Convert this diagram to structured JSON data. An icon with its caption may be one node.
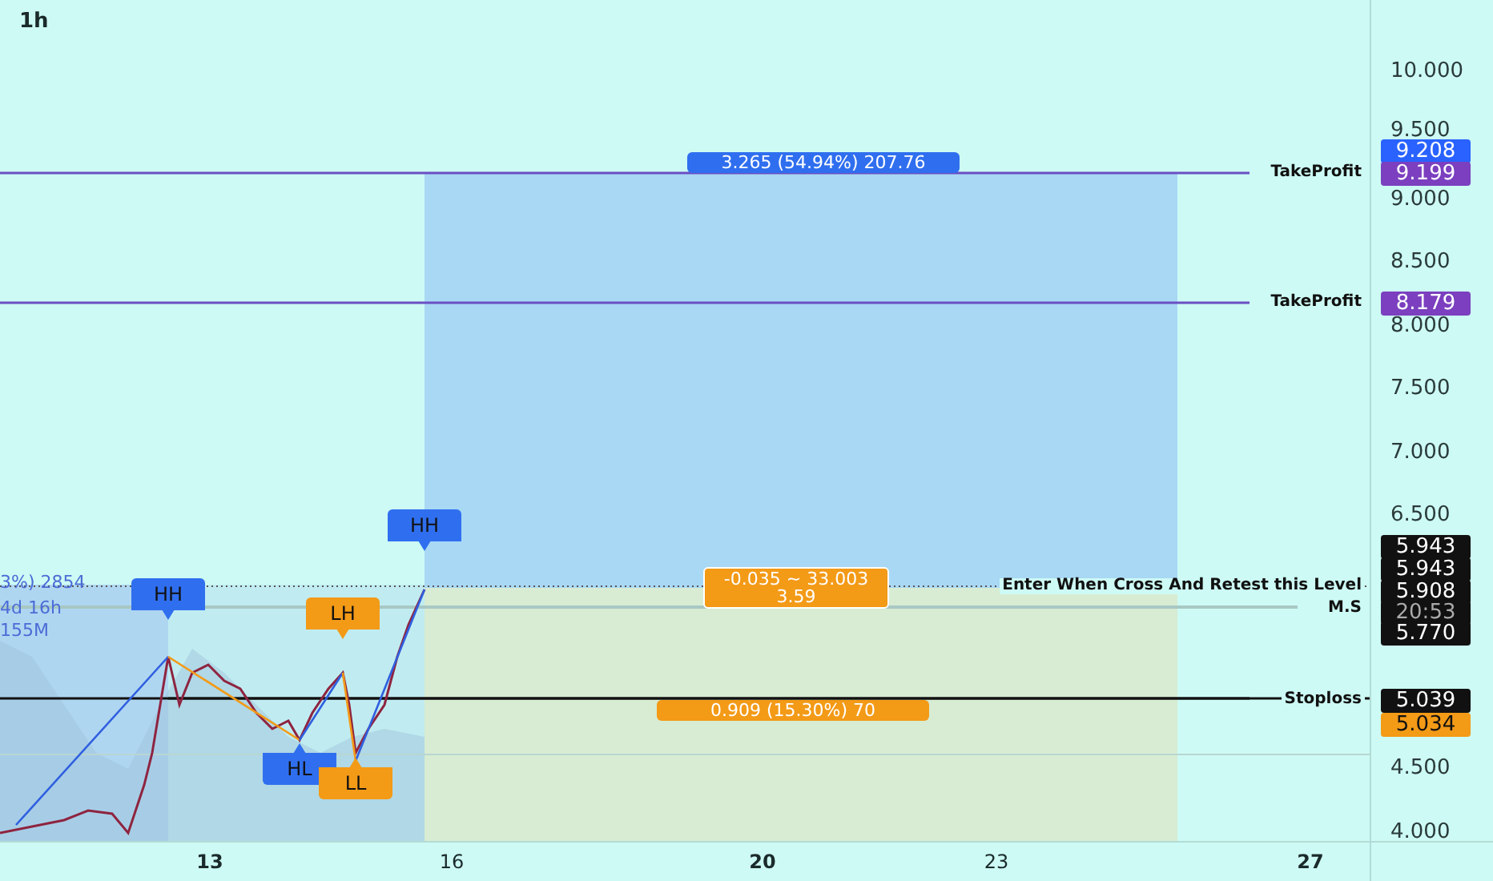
{
  "diagram": {
    "title": "1h",
    "labels": [
      "10.000",
      "3.265 (54.94%) 207.76",
      "9.500",
      "9.208",
      "TakeProfit",
      "9.199",
      "9.000",
      "8.500",
      "TakeProfit",
      "8.179",
      "8.000",
      "7.500",
      "7.000",
      "6.500",
      "5.943",
      "HH",
      "5.943",
      "3%) 2854",
      "-0.035 ~ 33.003 3.59",
      "Enter When Cross And Retest this Level",
      "5.908",
      "4d 16h",
      "M.S",
      "20:53",
      "155M",
      "5.770",
      "HH",
      "LH",
      "Stoploss",
      "5.039",
      "0.909 (15.30%) 70",
      "5.034",
      "HL",
      "LL",
      "4.500",
      "4.000",
      "13",
      "16",
      "20",
      "23",
      "27"
    ]
  }
}
